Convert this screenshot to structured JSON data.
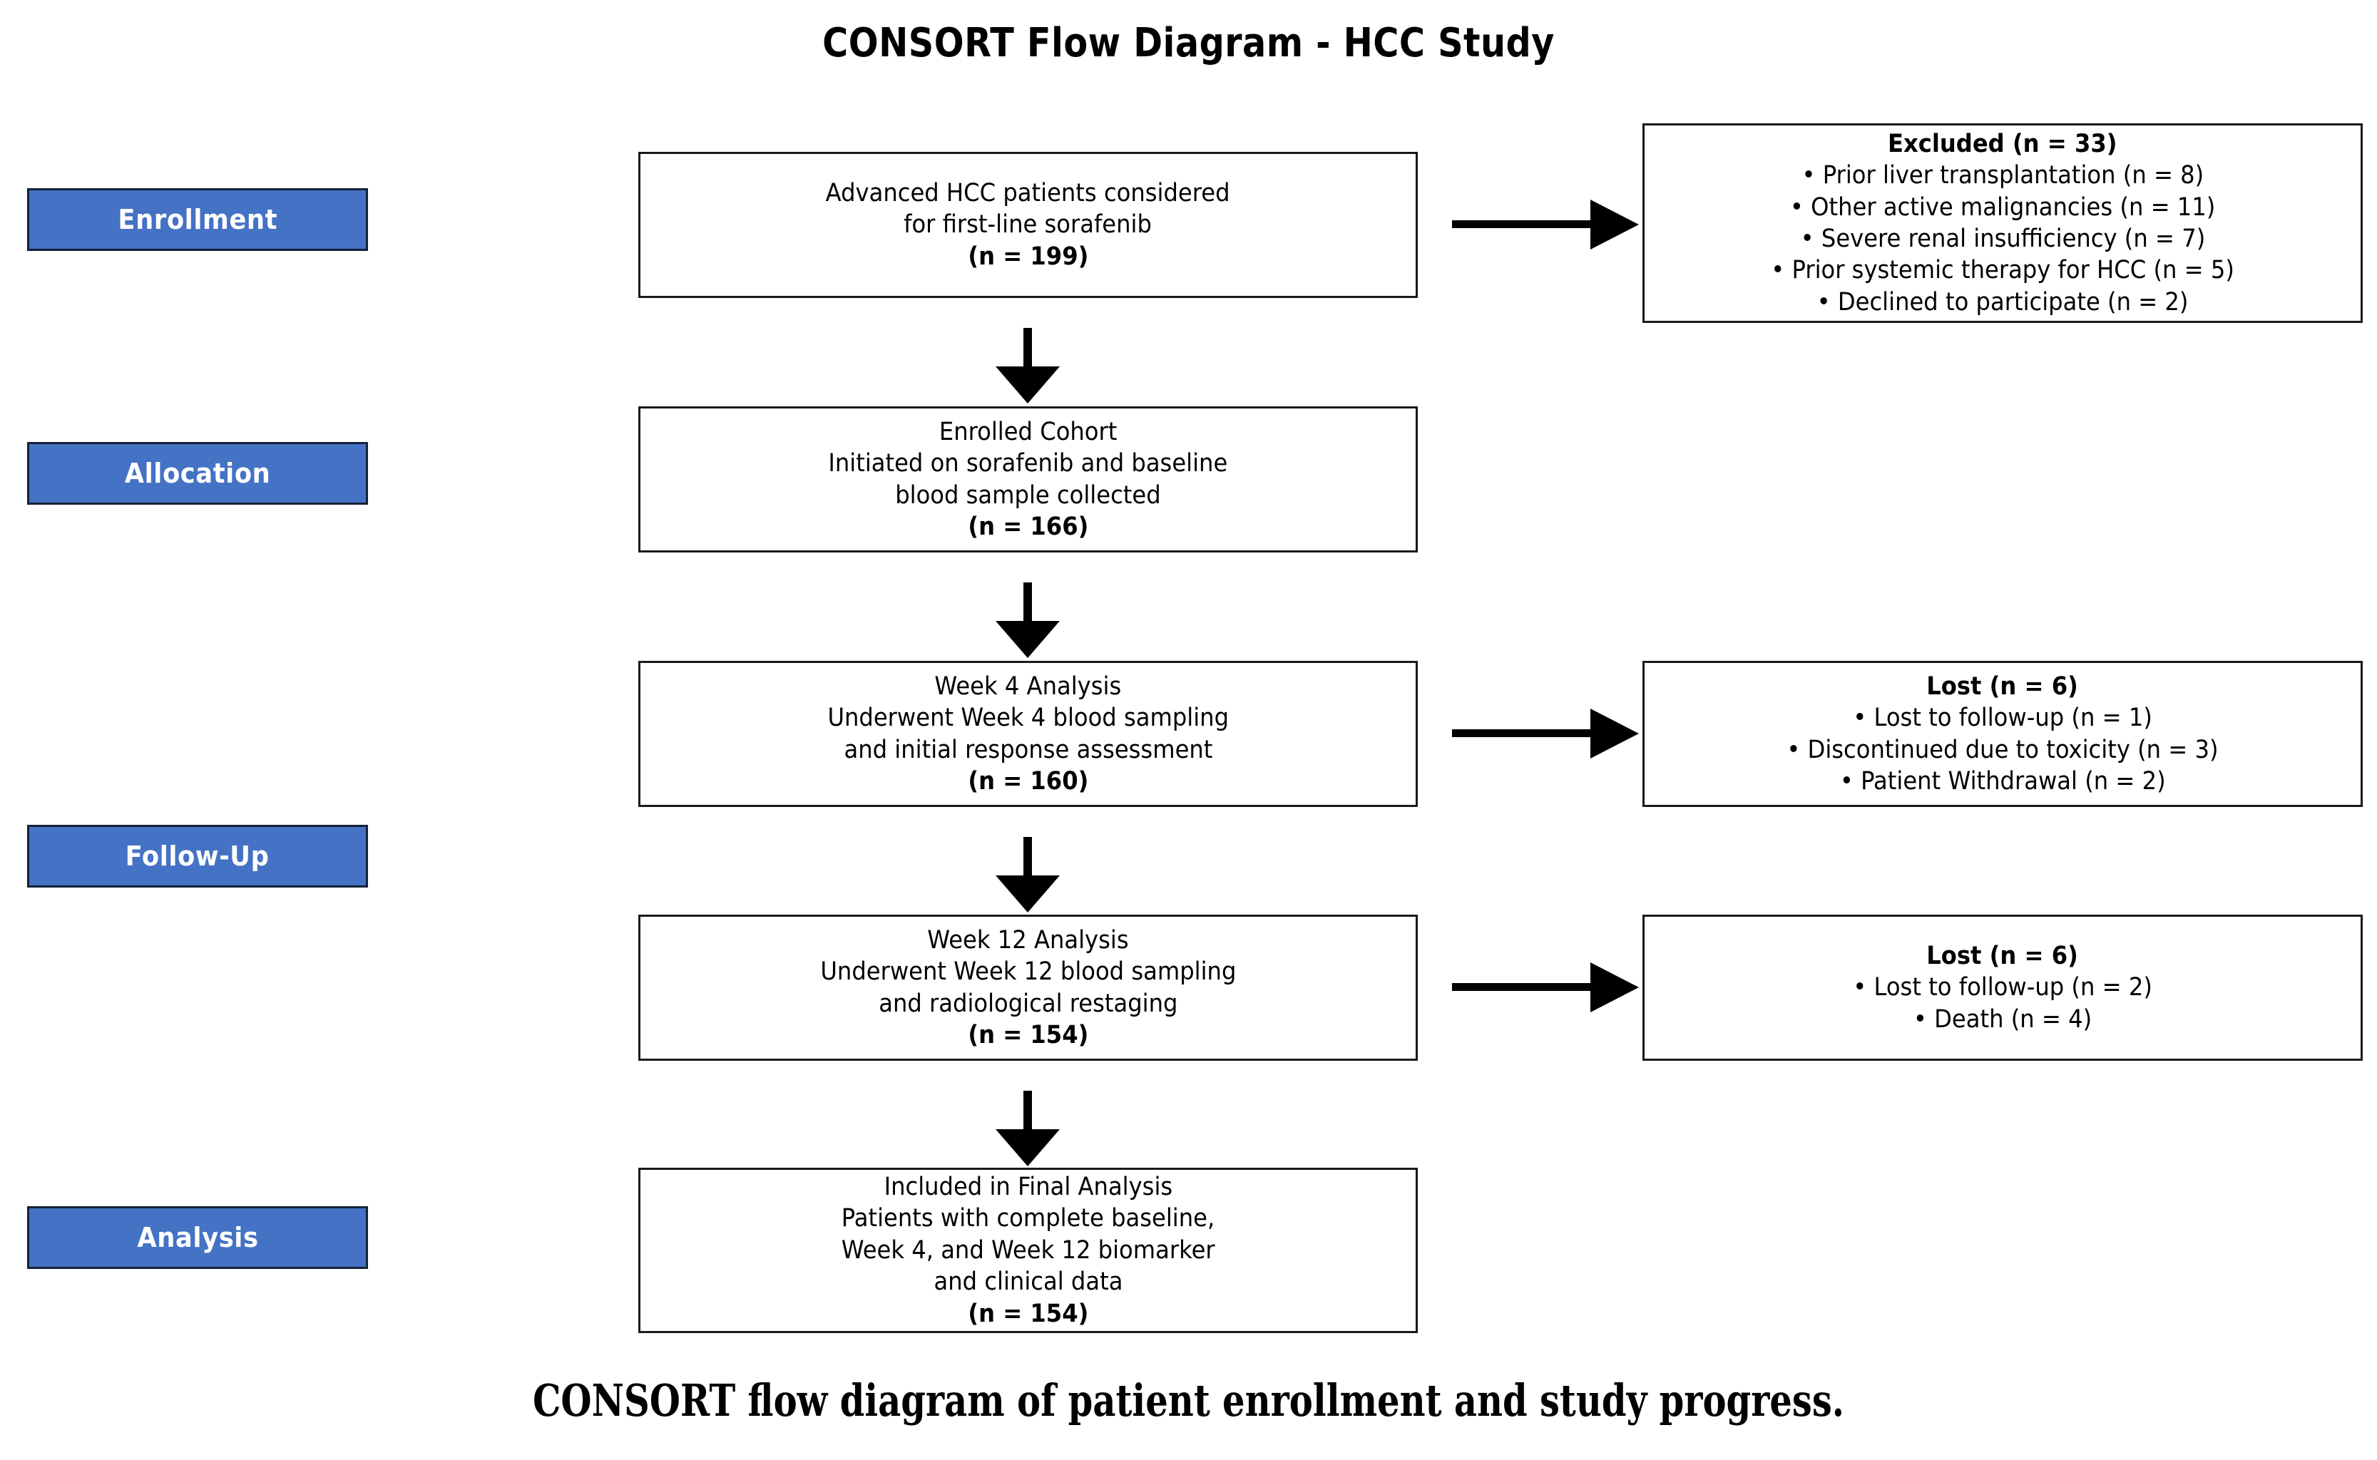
{
  "title": "CONSORT Flow Diagram - HCC Study",
  "caption": "CONSORT flow diagram of patient enrollment and study progress.",
  "colors": {
    "stage_fill": "#4472C4",
    "stage_text": "#FFFFFF",
    "box_border": "#1A1A1A",
    "arrow": "#000000",
    "page_background": "#FFFFFF"
  },
  "stages": [
    {
      "label": "Enrollment"
    },
    {
      "label": "Allocation"
    },
    {
      "label": "Follow-Up"
    },
    {
      "label": "Analysis"
    }
  ],
  "main_boxes": [
    {
      "id": "screened",
      "lines": [
        "Advanced HCC patients considered",
        "for first-line sorafenib",
        "(n = 199)"
      ],
      "bold_lines": [
        2
      ],
      "n": 199
    },
    {
      "id": "enrolled",
      "lines": [
        "Enrolled Cohort",
        "Initiated on sorafenib and baseline",
        "blood sample collected",
        "(n = 166)"
      ],
      "bold_lines": [
        3
      ],
      "n": 166
    },
    {
      "id": "week4",
      "lines": [
        "Week 4 Analysis",
        "Underwent Week 4 blood sampling",
        "and initial response assessment",
        "(n = 160)"
      ],
      "bold_lines": [
        3
      ],
      "n": 160
    },
    {
      "id": "week12",
      "lines": [
        "Week 12 Analysis",
        "Underwent Week 12 blood sampling",
        "and radiological restaging",
        "(n = 154)"
      ],
      "bold_lines": [
        3
      ],
      "n": 154
    },
    {
      "id": "final",
      "lines": [
        "Included in Final Analysis",
        "Patients with complete baseline,",
        "Week 4, and Week 12 biomarker",
        "and clinical data",
        "(n = 154)"
      ],
      "bold_lines": [
        4
      ],
      "n": 154
    }
  ],
  "side_boxes": [
    {
      "id": "excluded",
      "lines": [
        "Excluded (n = 33)",
        "• Prior liver transplantation (n = 8)",
        "• Other active malignancies (n = 11)",
        "• Severe renal insufficiency (n = 7)",
        "• Prior systemic therapy for HCC (n = 5)",
        "• Declined to participate (n = 2)"
      ],
      "bold_lines": [
        0
      ],
      "n": 33
    },
    {
      "id": "lost-week4",
      "lines": [
        "Lost (n = 6)",
        "• Lost to follow-up (n = 1)",
        "• Discontinued due to toxicity (n = 3)",
        "• Patient Withdrawal (n = 2)"
      ],
      "bold_lines": [
        0
      ],
      "n": 6
    },
    {
      "id": "lost-week12",
      "lines": [
        "Lost (n = 6)",
        "• Lost to follow-up (n = 2)",
        "• Death (n = 4)"
      ],
      "bold_lines": [
        0
      ],
      "n": 6
    }
  ]
}
